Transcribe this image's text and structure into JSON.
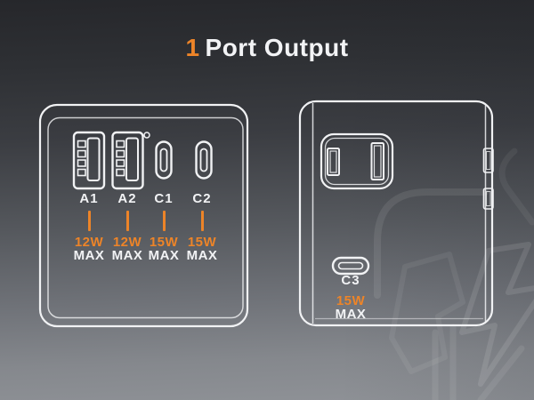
{
  "title": {
    "highlight": "1",
    "rest": "Port Output"
  },
  "colors": {
    "accent_orange": "#ED8428",
    "outline_white": "#F1F2F4",
    "background_top": "#26272B",
    "background_bottom": "#8F9297"
  },
  "front_view": {
    "description": "charger front face with four ports",
    "led": "status-led",
    "ports": [
      {
        "id": "A1",
        "type": "usb-a",
        "power": "12W",
        "max": "MAX"
      },
      {
        "id": "A2",
        "type": "usb-a",
        "power": "12W",
        "max": "MAX"
      },
      {
        "id": "C1",
        "type": "usb-c",
        "power": "15W",
        "max": "MAX"
      },
      {
        "id": "C2",
        "type": "usb-c",
        "power": "15W",
        "max": "MAX"
      }
    ]
  },
  "side_view": {
    "description": "charger side face with AC outlet, side buttons and one USB-C port",
    "outlet": "us-ac-outlet",
    "port": {
      "id": "C3",
      "type": "usb-c",
      "power": "15W",
      "max": "MAX"
    }
  }
}
